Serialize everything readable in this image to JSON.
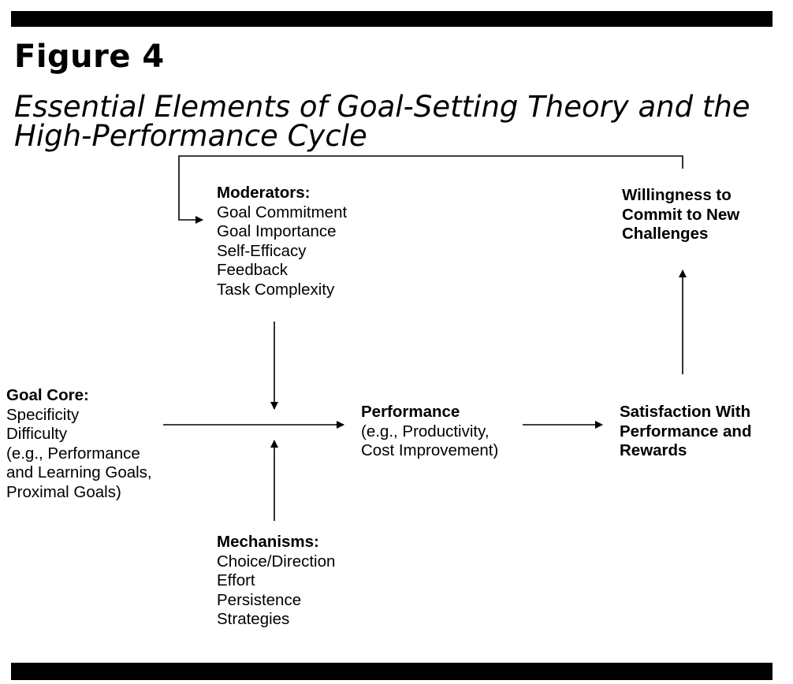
{
  "figure": {
    "label": "Figure 4",
    "title_lines": [
      "Essential Elements of Goal-Setting Theory and the",
      "High-Performance Cycle"
    ]
  },
  "moderators": {
    "heading": "Moderators:",
    "items": [
      "Goal Commitment",
      "Goal Importance",
      "Self-Efficacy",
      "Feedback",
      "Task Complexity"
    ]
  },
  "goal_core": {
    "heading": "Goal Core:",
    "items": [
      "Specificity",
      "Difficulty",
      "(e.g.,  Performance",
      "and Learning Goals,",
      "Proximal Goals)"
    ]
  },
  "mechanisms": {
    "heading": "Mechanisms:",
    "items": [
      "Choice/Direction",
      "Effort",
      "Persistence",
      "Strategies"
    ]
  },
  "performance": {
    "heading": "Performance",
    "items": [
      "(e.g., Productivity,",
      "Cost Improvement)"
    ]
  },
  "satisfaction": {
    "lines": [
      "Satisfaction With",
      "Performance and",
      "Rewards"
    ]
  },
  "willingness": {
    "lines": [
      "Willingness to",
      "Commit to New",
      "Challenges"
    ]
  }
}
